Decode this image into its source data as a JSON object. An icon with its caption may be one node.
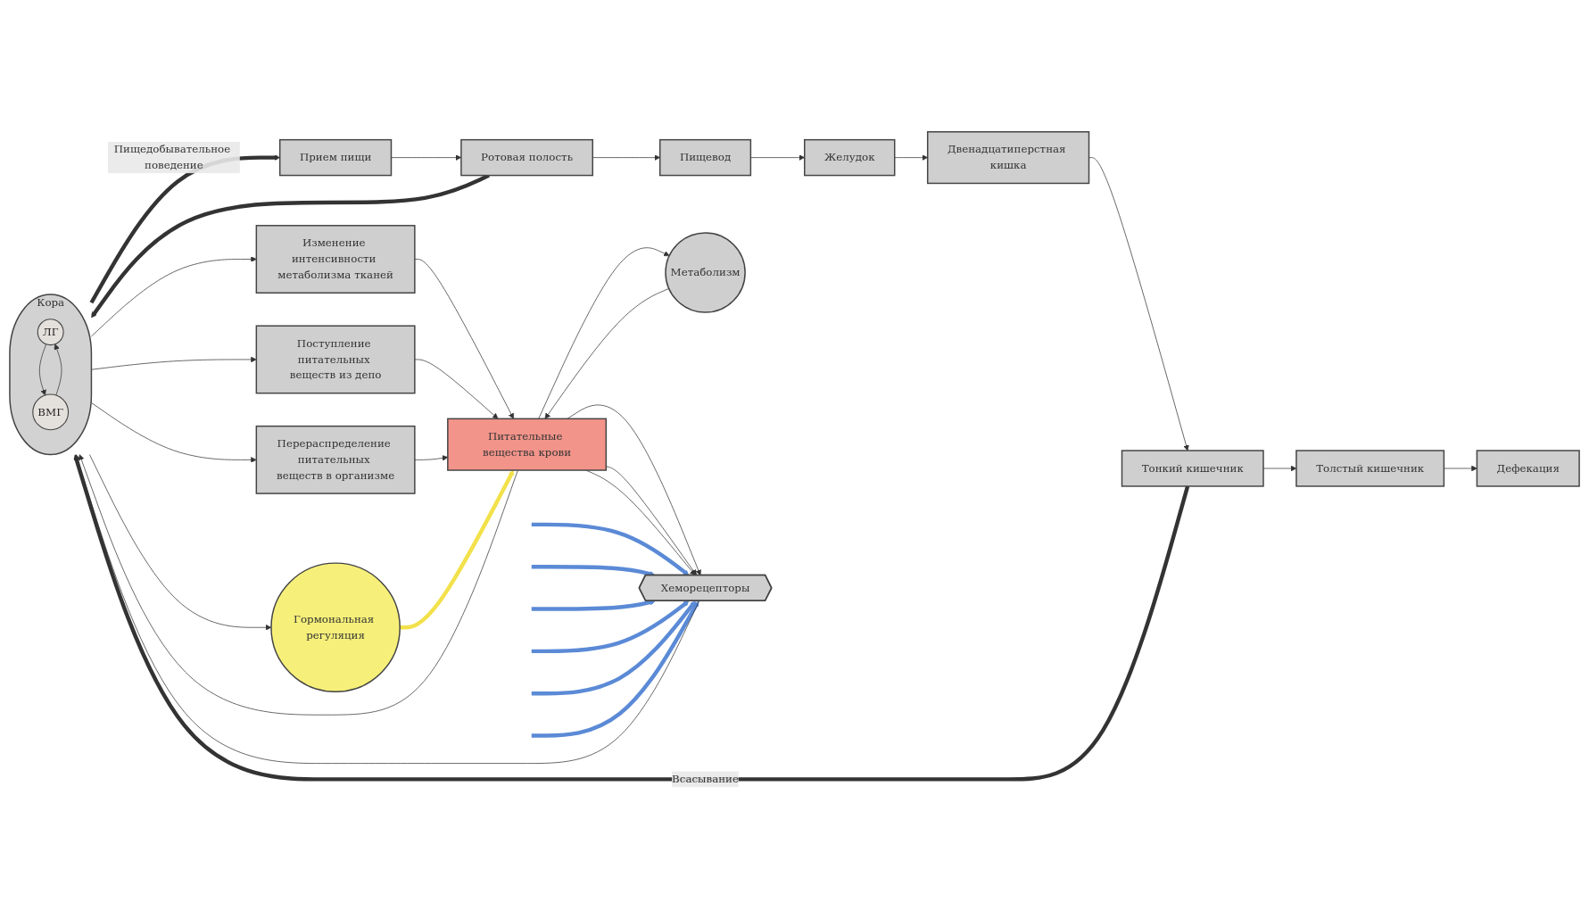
{
  "diagram": {
    "nodes": [
      {
        "text": [
          "Прием пищи"
        ]
      },
      {
        "text": [
          "Ротовая полость"
        ]
      },
      {
        "text": [
          "Пищевод"
        ]
      },
      {
        "text": [
          "Желудок"
        ]
      },
      {
        "text": [
          "Двенадцатиперстная кишка"
        ]
      },
      {
        "text": [
          "Тонкий кишечник"
        ]
      },
      {
        "text": [
          "Толстый кишечник"
        ]
      },
      {
        "text": [
          "Дефекация"
        ]
      },
      {
        "text": [
          "Кора"
        ]
      },
      {
        "text": [
          "ЛГ"
        ],
        "in": 8
      },
      {
        "text": [
          "ВМГ"
        ],
        "in": 8
      },
      {
        "text": [
          "Изменение интенсивности метаболизма тканей"
        ]
      },
      {
        "text": [
          "Поступление питательных веществ из депо"
        ]
      },
      {
        "text": [
          "Перераспределение питательных веществ в организме"
        ]
      },
      {
        "text": [
          "Гормональная регуляция"
        ]
      },
      {
        "text": [
          "Питательные вещества крови"
        ]
      },
      {
        "text": [
          "Метаболизм"
        ]
      },
      {
        "text": [
          "Хеморецепторы"
        ]
      }
    ],
    "edges": [
      {
        "from": 0,
        "to": 1,
        "arrow": "to"
      },
      {
        "from": 1,
        "to": 2,
        "arrow": "to"
      },
      {
        "from": 2,
        "to": 3,
        "arrow": "to"
      },
      {
        "from": 3,
        "to": 4,
        "arrow": "to"
      },
      {
        "from": 4,
        "to": 5,
        "arrow": "to"
      },
      {
        "from": 5,
        "to": 6,
        "arrow": "to"
      },
      {
        "from": 6,
        "to": 7,
        "arrow": "to"
      },
      {
        "from": 8,
        "to": 0,
        "arrow": "to",
        "label": "Пищедобывательное поведение",
        "style": "thick"
      },
      {
        "from": 1,
        "to": 8,
        "arrow": "to",
        "style": "thick"
      },
      {
        "from": 5,
        "to": 8,
        "arrow": "to",
        "label": "Всасывание",
        "style": "thick"
      },
      {
        "from": 9,
        "to": 10,
        "arrow": "to"
      },
      {
        "from": 10,
        "to": 9,
        "arrow": "to"
      },
      {
        "from": 8,
        "to": 11,
        "arrow": "to"
      },
      {
        "from": 8,
        "to": 12,
        "arrow": "to"
      },
      {
        "from": 8,
        "to": 13,
        "arrow": "to"
      },
      {
        "from": 8,
        "to": 14,
        "arrow": "to"
      },
      {
        "from": 11,
        "to": 15,
        "arrow": "to"
      },
      {
        "from": 12,
        "to": 15,
        "arrow": "to"
      },
      {
        "from": 13,
        "to": 15,
        "arrow": "to"
      },
      {
        "from": 14,
        "to": 15,
        "arrow": "to",
        "style": "thick",
        "color": "#f2e14a"
      },
      {
        "from": 15,
        "to": 16,
        "arrow": "to"
      },
      {
        "from": 16,
        "to": 15,
        "arrow": "to"
      },
      {
        "from": 15,
        "to": 17,
        "arrow": "to"
      },
      {
        "from": 15,
        "to": 17,
        "arrow": "to"
      },
      {
        "from": 15,
        "to": 17,
        "arrow": "to"
      },
      {
        "from": null,
        "to": 17,
        "arrow": "to",
        "style": "thick",
        "color": "#5b8ad6"
      },
      {
        "from": null,
        "to": 17,
        "arrow": "to",
        "style": "thick",
        "color": "#5b8ad6"
      },
      {
        "from": null,
        "to": 17,
        "arrow": "to",
        "style": "thick",
        "color": "#5b8ad6"
      },
      {
        "from": null,
        "to": 17,
        "arrow": "to",
        "style": "thick",
        "color": "#5b8ad6"
      },
      {
        "from": null,
        "to": 17,
        "arrow": "to",
        "style": "thick",
        "color": "#5b8ad6"
      },
      {
        "from": null,
        "to": 17,
        "arrow": "to",
        "style": "thick",
        "color": "#5b8ad6"
      },
      {
        "from": 15,
        "to": 8,
        "arrow": "to"
      },
      {
        "from": 17,
        "to": 8,
        "arrow": "to"
      }
    ]
  }
}
